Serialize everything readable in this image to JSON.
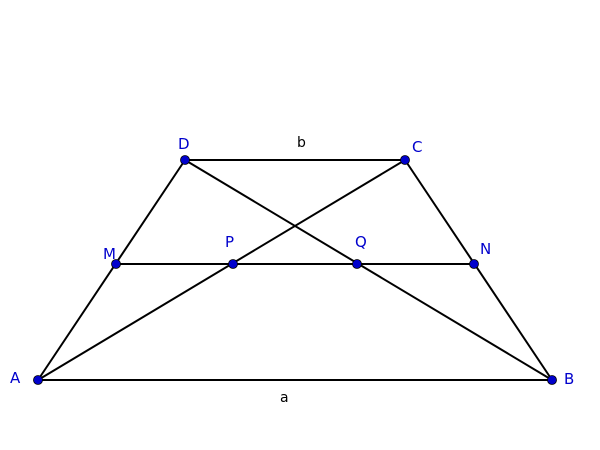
{
  "colors": {
    "point_fill": "#0000cc",
    "point_label": "#0000cc",
    "segment": "#000000"
  },
  "points": {
    "A": "A",
    "B": "B",
    "C": "C",
    "D": "D",
    "M": "M",
    "N": "N",
    "P": "P",
    "Q": "Q"
  },
  "segment_labels": {
    "AB": "a",
    "DC": "b"
  }
}
